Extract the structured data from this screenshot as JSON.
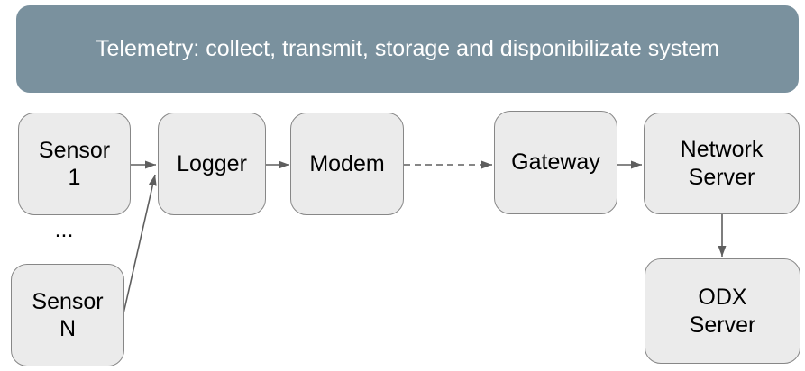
{
  "title": "Telemetry: collect, transmit, storage and disponibilizate system",
  "ellipsis": "...",
  "nodes": [
    {
      "id": "sensor-1",
      "lines": [
        "Sensor",
        "1"
      ]
    },
    {
      "id": "sensor-n",
      "lines": [
        "Sensor",
        "N"
      ]
    },
    {
      "id": "logger",
      "lines": [
        "Logger"
      ]
    },
    {
      "id": "modem",
      "lines": [
        "Modem"
      ]
    },
    {
      "id": "gateway",
      "lines": [
        "Gateway"
      ]
    },
    {
      "id": "network-server",
      "lines": [
        "Network",
        "Server"
      ]
    },
    {
      "id": "odx-server",
      "lines": [
        "ODX",
        "Server"
      ]
    }
  ],
  "connectors": [
    {
      "from": "sensor-1",
      "to": "logger",
      "style": "solid"
    },
    {
      "from": "sensor-n",
      "to": "logger",
      "style": "solid"
    },
    {
      "from": "logger",
      "to": "modem",
      "style": "solid"
    },
    {
      "from": "modem",
      "to": "gateway",
      "style": "dashed"
    },
    {
      "from": "gateway",
      "to": "network-server",
      "style": "solid"
    },
    {
      "from": "network-server",
      "to": "odx-server",
      "style": "solid"
    }
  ],
  "colors": {
    "canvas-bg": "#ffffff",
    "header-bg": "#7a919e",
    "header-text": "#ffffff",
    "node-fill": "#ebebeb",
    "node-border": "#878787",
    "node-text": "#000000",
    "connector": "#5e5e5e"
  }
}
